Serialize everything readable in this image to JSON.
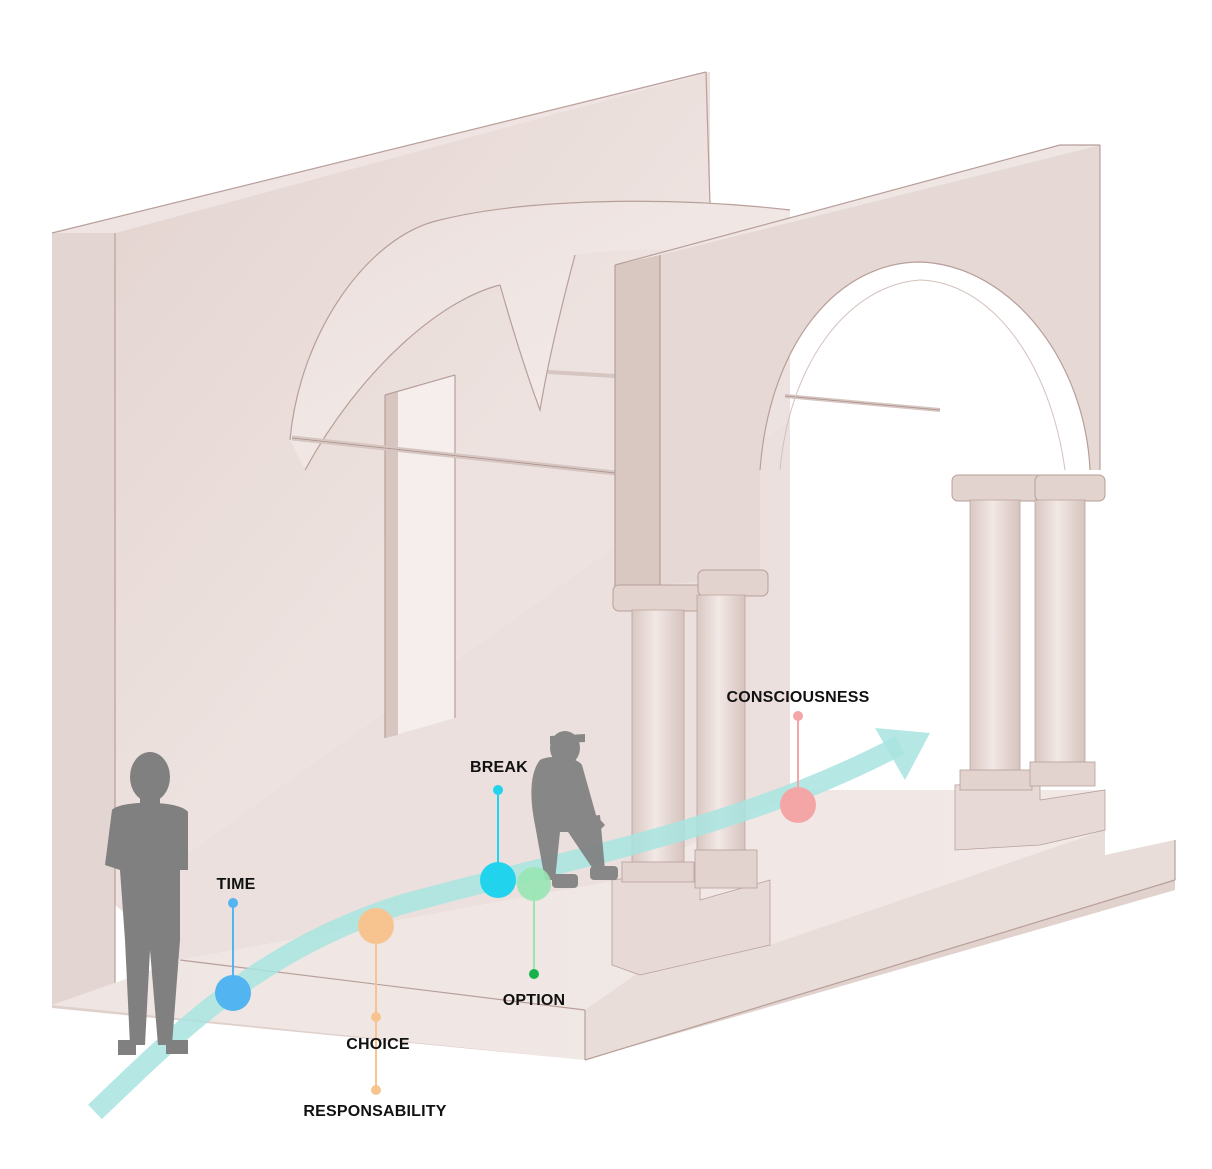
{
  "labels": {
    "time": "TIME",
    "choice": "CHOICE",
    "responsability": "RESPONSABILITY",
    "break": "BREAK",
    "option": "OPTION",
    "consciousness": "CONSCIOUSNESS"
  },
  "colors": {
    "time": "#52b4f0",
    "choice": "#f7c48f",
    "responsability": "#f7c48f",
    "break": "#22d3ee",
    "option": "#98e6b4",
    "option_dot": "#16b34a",
    "consciousness": "#f4a5a5",
    "path": "#a8e4e0",
    "figure": "#808080",
    "masonry": "#e6d9d6"
  }
}
